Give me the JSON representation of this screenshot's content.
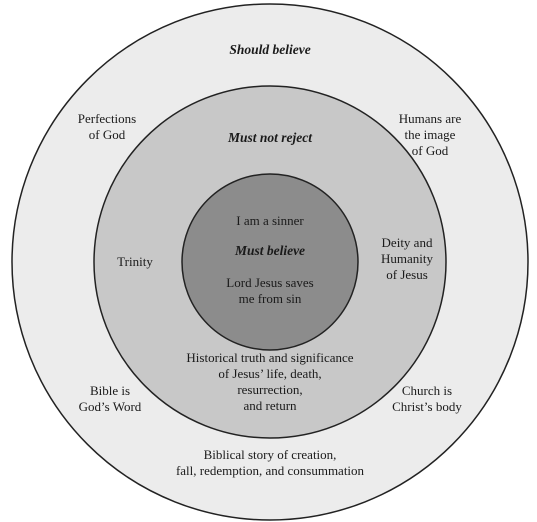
{
  "colors": {
    "background": "#ffffff",
    "outer_ring": "#ececec",
    "middle_ring": "#c8c8c8",
    "inner_circle": "#8c8c8c",
    "stroke": "#222222",
    "text": "#1a1a1a"
  },
  "rings": {
    "outer": {
      "title": "Should believe",
      "items": {
        "perfections": "Perfections\nof God",
        "image_of_god": "Humans are\nthe image\nof God",
        "bible": "Bible is\nGod’s Word",
        "church": "Church is\nChrist’s body",
        "story": "Biblical story of creation,\nfall, redemption, and consummation"
      }
    },
    "middle": {
      "title": "Must not reject",
      "items": {
        "trinity": "Trinity",
        "deity": "Deity and\nHumanity\nof Jesus",
        "historical": "Historical truth and significance\nof Jesus’ life, death,\nresurrection,\nand return"
      }
    },
    "inner": {
      "title": "Must believe",
      "items": {
        "sinner": "I am a sinner",
        "saves": "Lord Jesus saves\nme from sin"
      }
    }
  }
}
